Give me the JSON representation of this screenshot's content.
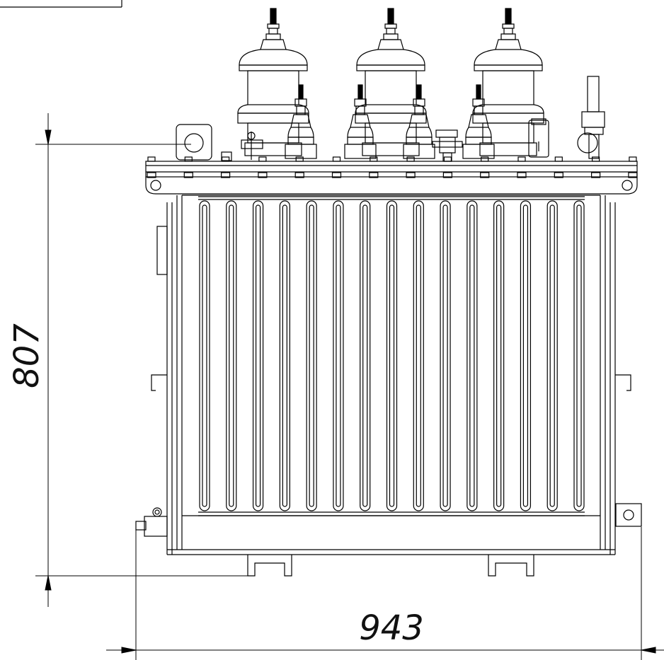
{
  "drawing": {
    "subject": "transformer-front-view",
    "stroke_color": "#000000",
    "background_color": "#ffffff",
    "fin_count": 15,
    "dimensions": {
      "height_label": "807",
      "width_label": "943"
    }
  }
}
